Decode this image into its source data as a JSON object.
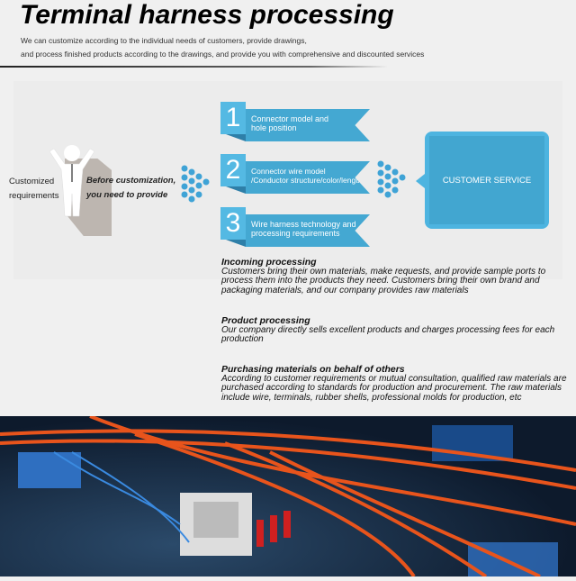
{
  "header": {
    "title": "Terminal harness processing",
    "subtitle_line1": "We can customize according to the individual needs of customers, provide drawings,",
    "subtitle_line2": "and process finished products according to the drawings, and provide you with comprehensive and discounted services"
  },
  "left": {
    "label_line1": "Customized",
    "label_line2": "requirements",
    "note_line1": "Before customization,",
    "note_line2": "you need to provide"
  },
  "steps": [
    {
      "number": "1",
      "line1": "Connector model and",
      "line2": "hole position"
    },
    {
      "number": "2",
      "line1": "Connector wire model",
      "line2": "/Conductor structure/color/length"
    },
    {
      "number": "3",
      "line1": "Wire harness technology and",
      "line2": "processing requirements"
    }
  ],
  "customer_service": "CUSTOMER SERVICE",
  "sections": [
    {
      "title": "Incoming processing",
      "body": "Customers bring their own materials, make requests, and provide sample ports to process them into the products they need. Customers bring their own brand and packaging materials, and our company provides raw materials"
    },
    {
      "title": "Product processing",
      "body": "Our company directly sells excellent products and charges processing fees for each production"
    },
    {
      "title": "Purchasing materials on behalf of others",
      "body": "According to customer requirements or mutual consultation, qualified raw materials are purchased according to standards for  production and procurement. The raw materials include wire, terminals, rubber shells, professional molds for production, etc"
    }
  ],
  "colors": {
    "accent": "#44a8d2",
    "accent_light": "#54b9e3",
    "dark": "#2e7fa8"
  }
}
